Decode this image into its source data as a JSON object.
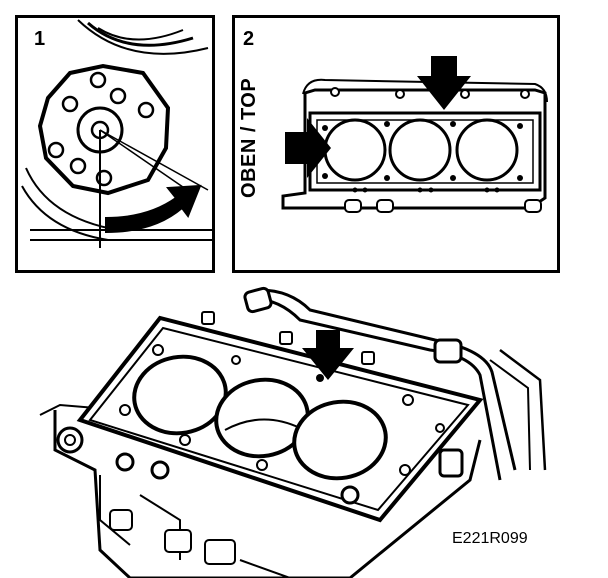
{
  "panels": [
    {
      "number": "1"
    },
    {
      "number": "2",
      "orientation_label": "OBEN / TOP"
    }
  ],
  "figure_code": "E221R099"
}
